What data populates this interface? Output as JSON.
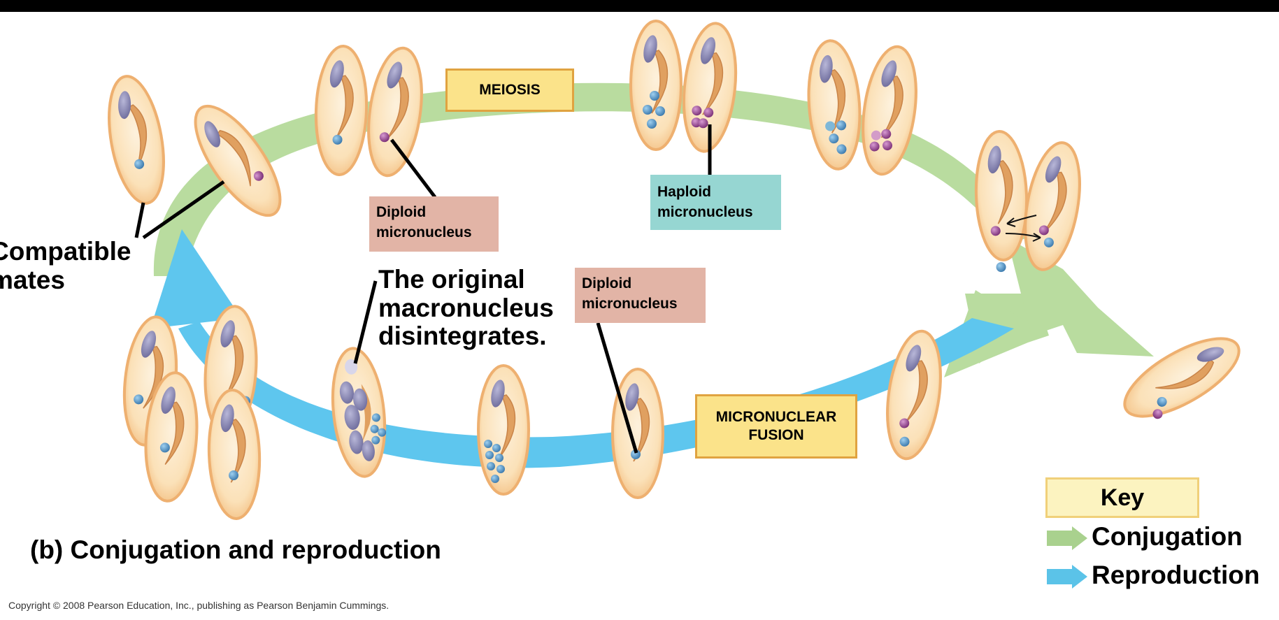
{
  "labels": {
    "meiosis": "MEIOSIS",
    "micronuclear_fusion": "MICRONUCLEAR FUSION",
    "diploid_micronucleus_top": "Diploid micronucleus",
    "haploid_micronucleus": "Haploid micronucleus",
    "diploid_micronucleus_bottom": "Diploid micronucleus",
    "original_macronucleus": "The original macronucleus disintegrates.",
    "compatible_mates": "Compatible mates"
  },
  "caption": "(b) Conjugation and reproduction",
  "copyright": "Copyright © 2008 Pearson Education, Inc., publishing as Pearson Benjamin Cummings.",
  "key": {
    "title": "Key",
    "items": [
      {
        "label": "Conjugation",
        "color": "#a9d18e"
      },
      {
        "label": "Reproduction",
        "color": "#5bc3e8"
      }
    ]
  },
  "colors": {
    "conjugation_arrow": "#b5d89a",
    "reproduction_arrow": "#5ec5ec",
    "cell_fill": "#fbe3be",
    "cell_outline": "#e8a866",
    "macronucleus": "#8e8cb4",
    "micronucleus_blue": "#4f8fbf",
    "micronucleus_purple": "#8a3c86"
  }
}
